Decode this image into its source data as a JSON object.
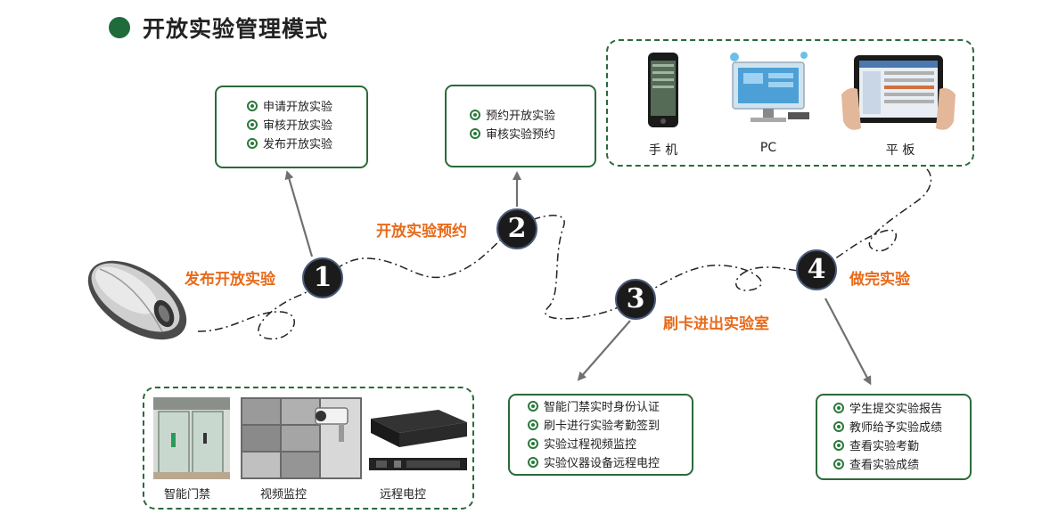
{
  "title": "开放实验管理模式",
  "steps": [
    {
      "number": "1",
      "label": "发布开放实验"
    },
    {
      "number": "2",
      "label": "开放实验预约"
    },
    {
      "number": "3",
      "label": "刷卡进出实验室"
    },
    {
      "number": "4",
      "label": "做完实验"
    }
  ],
  "box1": {
    "items": [
      "申请开放实验",
      "审核开放实验",
      "发布开放实验"
    ]
  },
  "box2": {
    "items": [
      "预约开放实验",
      "审核实验预约"
    ]
  },
  "devices": {
    "phone": "手 机",
    "pc": "PC",
    "tablet": "平 板"
  },
  "box3": {
    "items": [
      "智能门禁实时身份认证",
      "刷卡进行实验考勤签到",
      "实验过程视频监控",
      "实验仪器设备远程电控"
    ]
  },
  "box4": {
    "items": [
      "学生提交实验报告",
      "教师给予实验成绩",
      "查看实验考勤",
      "查看实验成绩"
    ]
  },
  "hardware": {
    "door": "智能门禁",
    "video": "视频监控",
    "remote": "远程电控"
  },
  "colors": {
    "accent_green": "#1f6b3a",
    "label_orange": "#e86a1a",
    "circle_dark": "#1b1b1b"
  }
}
